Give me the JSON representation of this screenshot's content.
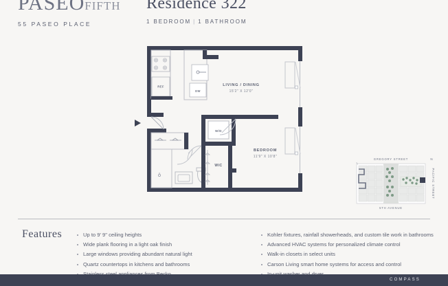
{
  "brand": {
    "logo_main": "PASEO",
    "logo_accent": "FIFTH",
    "address": "55 PASEO PLACE"
  },
  "residence": {
    "title": "Residence 322",
    "bed_label": "1 BEDROOM",
    "separator": "|",
    "bath_label": "1 BATHROOM"
  },
  "floorplan": {
    "rooms": [
      {
        "name": "LIVING / DINING",
        "dimensions": "15'2\" X 12'0\""
      },
      {
        "name": "BEDROOM",
        "dimensions": "11'9\" X 10'8\""
      }
    ],
    "appliances": [
      {
        "label": "REF"
      },
      {
        "label": "DW"
      },
      {
        "label": "W/D"
      },
      {
        "label": "WIC"
      }
    ],
    "living_name": "LIVING / DINING",
    "living_dims": "15'2\" X 12'0\"",
    "bedroom_name": "BEDROOM",
    "bedroom_dims": "11'9\" X 10'8\"",
    "ref_label": "REF",
    "dw_label": "DW",
    "wd_label": "W/D",
    "wic_label": "WIC",
    "wall_color": "#3d4254",
    "line_color": "#b9bcc4"
  },
  "sitemap": {
    "street_top": "GREGORY STREET",
    "street_bottom": "5TH AVENUE",
    "street_right": "PACIFIC STREET",
    "compass_label": "N",
    "block_color": "#d9dbd9",
    "green_color": "#6f8f7a",
    "marker_color": "#3d4254"
  },
  "features": {
    "title": "Features",
    "left_items": [
      "Up to 9' 9\" ceiling heights",
      "Wide plank flooring in a light oak finish",
      "Large windows providing abundant natural light",
      "Quartz countertops in kitchens and bathrooms",
      "Stainless steel appliances from Becko"
    ],
    "right_items": [
      "Kohler fixtures, rainfall showerheads, and custom tile work in bathrooms",
      "Advanced HVAC systems for personalized climate control",
      "Walk-in closets in select units",
      "Carson Living smart home systems for access and control",
      "In-unit washer and dryer"
    ]
  },
  "footer": {
    "logo": "COMPASS",
    "background": "#3d4254"
  }
}
